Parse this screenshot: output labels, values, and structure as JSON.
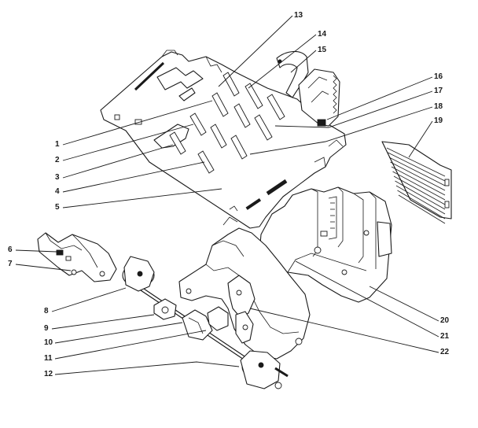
{
  "diagram": {
    "callouts": [
      {
        "label": "1"
      },
      {
        "label": "2"
      },
      {
        "label": "3"
      },
      {
        "label": "4"
      },
      {
        "label": "5"
      },
      {
        "label": "6"
      },
      {
        "label": "7"
      },
      {
        "label": "8"
      },
      {
        "label": "9"
      },
      {
        "label": "10"
      },
      {
        "label": "11"
      },
      {
        "label": "12"
      },
      {
        "label": "13"
      },
      {
        "label": "14"
      },
      {
        "label": "15"
      },
      {
        "label": "16"
      },
      {
        "label": "17"
      },
      {
        "label": "18"
      },
      {
        "label": "19"
      },
      {
        "label": "20"
      },
      {
        "label": "21"
      },
      {
        "label": "22"
      }
    ],
    "colors": {
      "ink": "#1a1a1a",
      "paper": "#ffffff"
    }
  }
}
